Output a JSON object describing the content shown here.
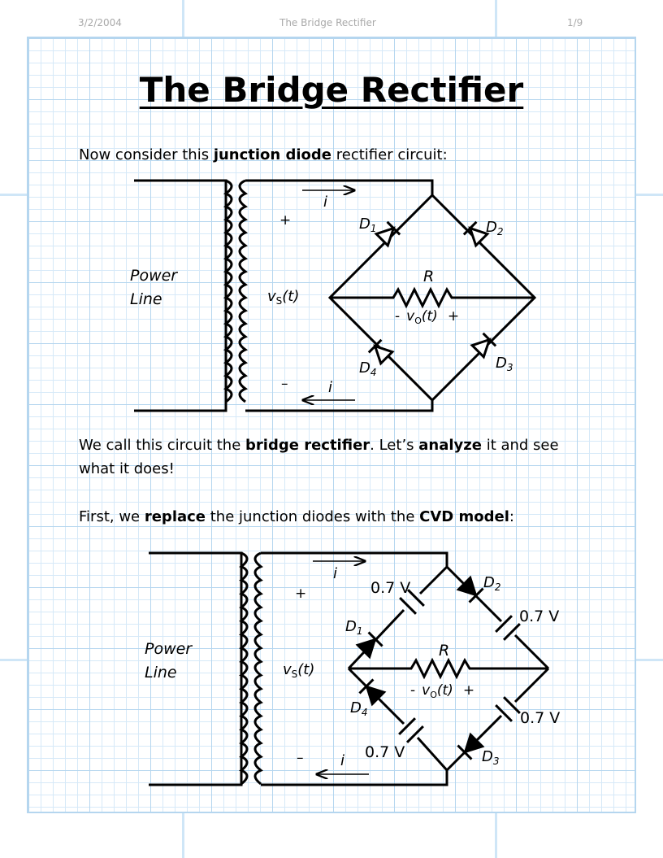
{
  "header": {
    "date": "3/2/2004",
    "doc_title": "The Bridge Rectifier",
    "page": "1/9"
  },
  "title": "The Bridge Rectifier",
  "paragraph1": {
    "pre": "Now consider this ",
    "bold": "junction diode",
    "post": " rectifier circuit:"
  },
  "paragraph2": {
    "a": "We call this circuit the ",
    "b": "bridge rectifier",
    "c": ".  Let’s ",
    "d": "analyze",
    "e": " it and see what it does!"
  },
  "paragraph3": {
    "a": "First, we ",
    "b": "replace",
    "c": " the junction diodes with the ",
    "d": "CVD model",
    "e": ":"
  },
  "circuit1": {
    "power": "Power",
    "line": "Line",
    "vs": "v",
    "vs_sub": "S",
    "vs_t": "(t)",
    "plus": "+",
    "minus": "–",
    "current": "i",
    "r": "R",
    "vo_minus": "-",
    "vo": "v",
    "vo_sub": "O",
    "vo_t": "(t)",
    "vo_plus": "+",
    "d1": "D",
    "d1_sub": "1",
    "d2": "D",
    "d2_sub": "2",
    "d3": "D",
    "d3_sub": "3",
    "d4": "D",
    "d4_sub": "4"
  },
  "circuit2": {
    "power": "Power",
    "line": "Line",
    "vs": "v",
    "vs_sub": "S",
    "vs_t": "(t)",
    "plus": "+",
    "minus": "–",
    "current": "i",
    "r": "R",
    "vo_minus": "-",
    "vo": "v",
    "vo_sub": "O",
    "vo_t": "(t)",
    "vo_plus": "+",
    "d1": "D",
    "d1_sub": "1",
    "d2": "D",
    "d2_sub": "2",
    "d3": "D",
    "d3_sub": "3",
    "d4": "D",
    "d4_sub": "4",
    "vdrop": "0.7 V"
  }
}
